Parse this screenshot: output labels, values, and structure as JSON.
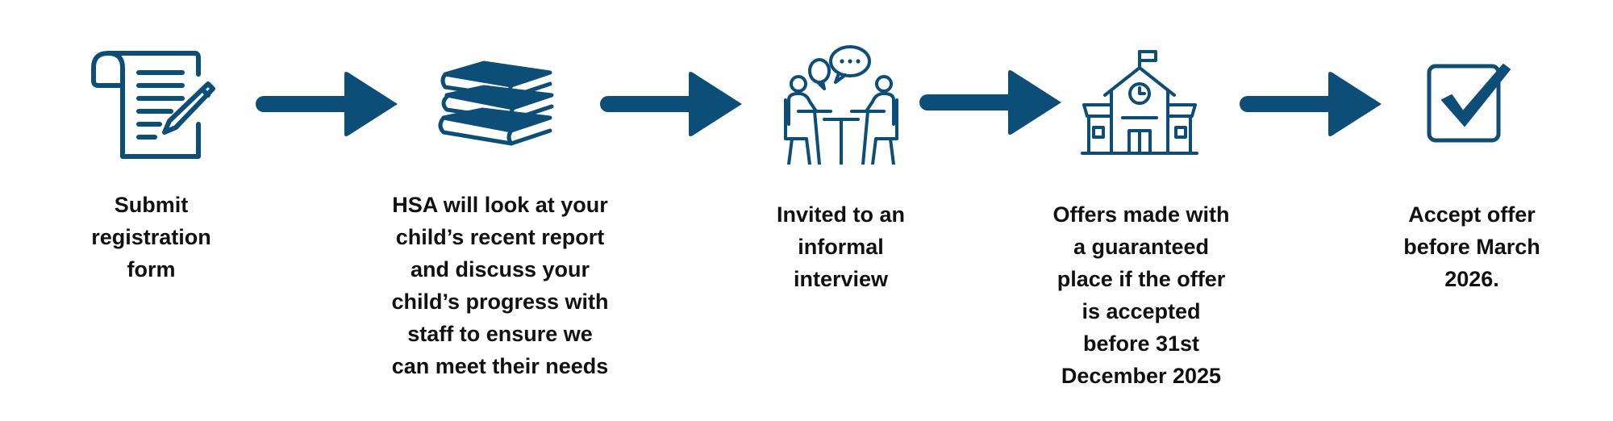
{
  "colors": {
    "primary": "#0d4e78",
    "text": "#111111",
    "background": "#ffffff"
  },
  "steps": [
    {
      "icon": "registration-form-icon",
      "label": "Submit\nregistration\nform"
    },
    {
      "icon": "books-stack-icon",
      "label": "HSA will look at your\nchild’s recent report\nand discuss your\nchild’s progress with\nstaff to ensure we\ncan meet their needs"
    },
    {
      "icon": "interview-meeting-icon",
      "label": "Invited to an\ninformal\ninterview"
    },
    {
      "icon": "school-building-icon",
      "label": "Offers made with\na guaranteed\nplace if the offer\nis accepted\nbefore 31st\nDecember 2025"
    },
    {
      "icon": "checkbox-checked-icon",
      "label": "Accept offer\nbefore March\n2026."
    }
  ]
}
